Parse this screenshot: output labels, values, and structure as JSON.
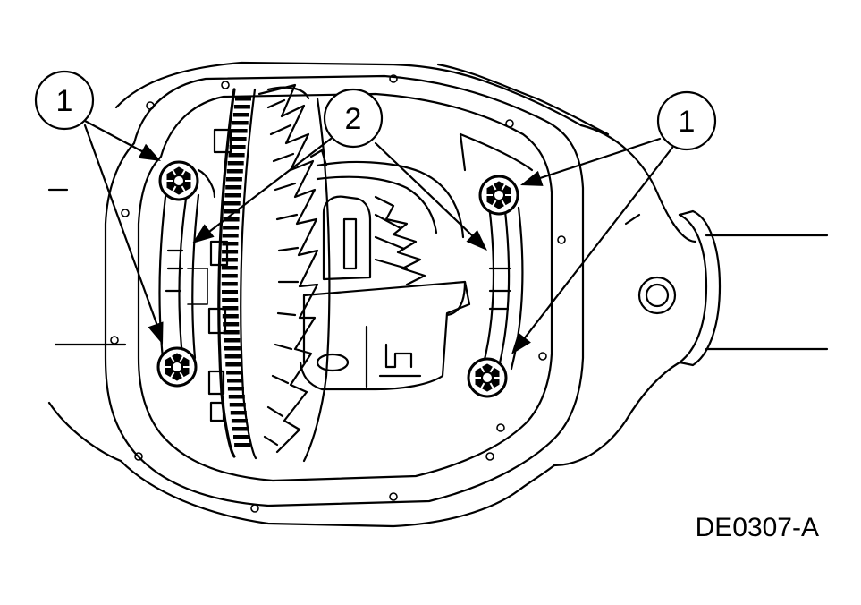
{
  "figure": {
    "id_label": "DE0307-A"
  },
  "callouts": [
    {
      "key": "left",
      "label": "1"
    },
    {
      "key": "center",
      "label": "2"
    },
    {
      "key": "right",
      "label": "1"
    }
  ],
  "colors": {
    "line": "#000000",
    "background": "#ffffff"
  }
}
